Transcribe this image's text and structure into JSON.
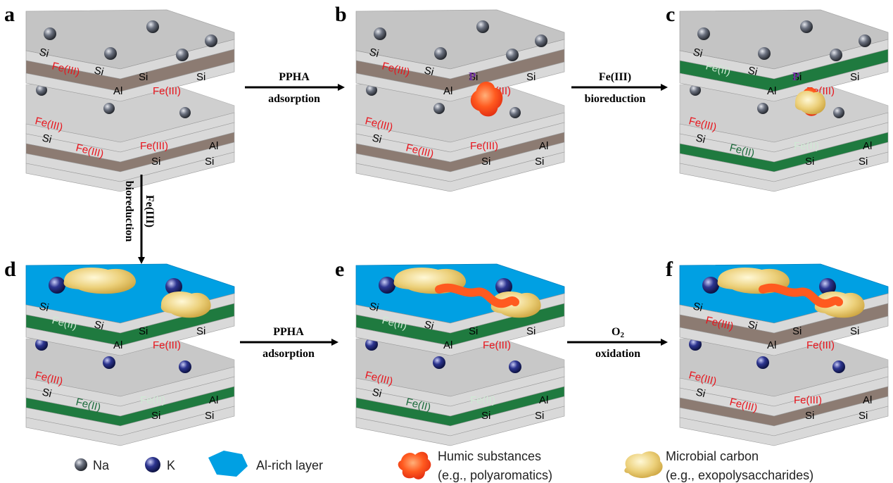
{
  "panels": [
    "a",
    "b",
    "c",
    "d",
    "e",
    "f"
  ],
  "arrows": {
    "a_b": {
      "line1": "PPHA",
      "line2": "adsorption"
    },
    "b_c": {
      "line1": "Fe(III)",
      "line2": "bioreduction"
    },
    "a_d": {
      "line1": "Fe(III)",
      "line2": "bioreduction"
    },
    "d_e": {
      "line1": "PPHA",
      "line2": "adsorption"
    },
    "e_f": {
      "line1": "O",
      "sub": "2",
      "line2": "oxidation"
    }
  },
  "labels": {
    "si": "Si",
    "al": "Al",
    "fe3": "Fe(III)",
    "fe2": "Fe(II)",
    "p": "P"
  },
  "legend": {
    "na": "Na",
    "k": "K",
    "al_layer": "Al-rich layer",
    "humic_1": "Humic substances",
    "humic_2": "(e.g., polyaromatics)",
    "microbial_1": "Microbial carbon",
    "microbial_2": "(e.g., exopolysaccharides)"
  },
  "colors": {
    "fe3_layer": "#8c7b72",
    "fe2_layer": "#1f7a3f",
    "si_layer": "#d9d9d9",
    "al_rich_layer": "#00a0e3",
    "fe3_text": "#e8141c",
    "humic": "#ff5a1f",
    "microbial": "#e8c66a"
  }
}
